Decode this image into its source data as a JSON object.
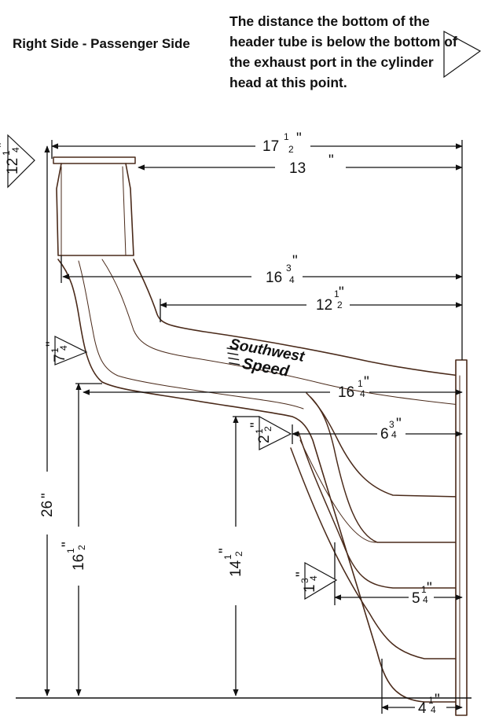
{
  "header": {
    "title": "Right Side  - Passenger Side",
    "note": "The distance the bottom of the header tube is below the bottom of the exhaust port in the cylinder head at this point."
  },
  "brand": {
    "line1": "Southwest",
    "line2": "Speed"
  },
  "dimensions": {
    "overall_width": {
      "whole": "17",
      "num": "1",
      "den": "2",
      "mark": "\""
    },
    "flange_to_collector": {
      "whole": "13",
      "mark": "\""
    },
    "mid_width": {
      "whole": "16",
      "num": "3",
      "den": "4",
      "mark": "\""
    },
    "bend_width": {
      "whole": "12",
      "num": "1",
      "den": "2",
      "mark": "\""
    },
    "collector_width": {
      "whole": "16",
      "num": "1",
      "den": "4",
      "mark": "\""
    },
    "lower_bend_width": {
      "whole": "6",
      "num": "3",
      "den": "4",
      "mark": "\""
    },
    "lower_tube_width": {
      "whole": "5",
      "num": "1",
      "den": "4",
      "mark": "\""
    },
    "bottom_width": {
      "whole": "4",
      "num": "1",
      "den": "4",
      "mark": "\""
    },
    "overall_height": {
      "whole": "26",
      "mark": "\""
    },
    "height_left": {
      "whole": "16",
      "num": "1",
      "den": "2",
      "mark": "\""
    },
    "height_mid": {
      "whole": "14",
      "num": "1",
      "den": "2",
      "mark": "\""
    }
  },
  "port_drops": {
    "drop_1": {
      "whole": "12",
      "num": "1",
      "den": "4",
      "mark": "\""
    },
    "drop_2": {
      "whole": "7",
      "num": "1",
      "den": "4",
      "mark": "\""
    },
    "drop_3": {
      "whole": "2",
      "num": "1",
      "den": "2",
      "mark": "\""
    },
    "drop_4": {
      "whole": "1",
      "num": "3",
      "den": "4",
      "mark": "\""
    }
  },
  "colors": {
    "line": "#111111",
    "tube": "#4a2a1a",
    "background": "#ffffff"
  }
}
